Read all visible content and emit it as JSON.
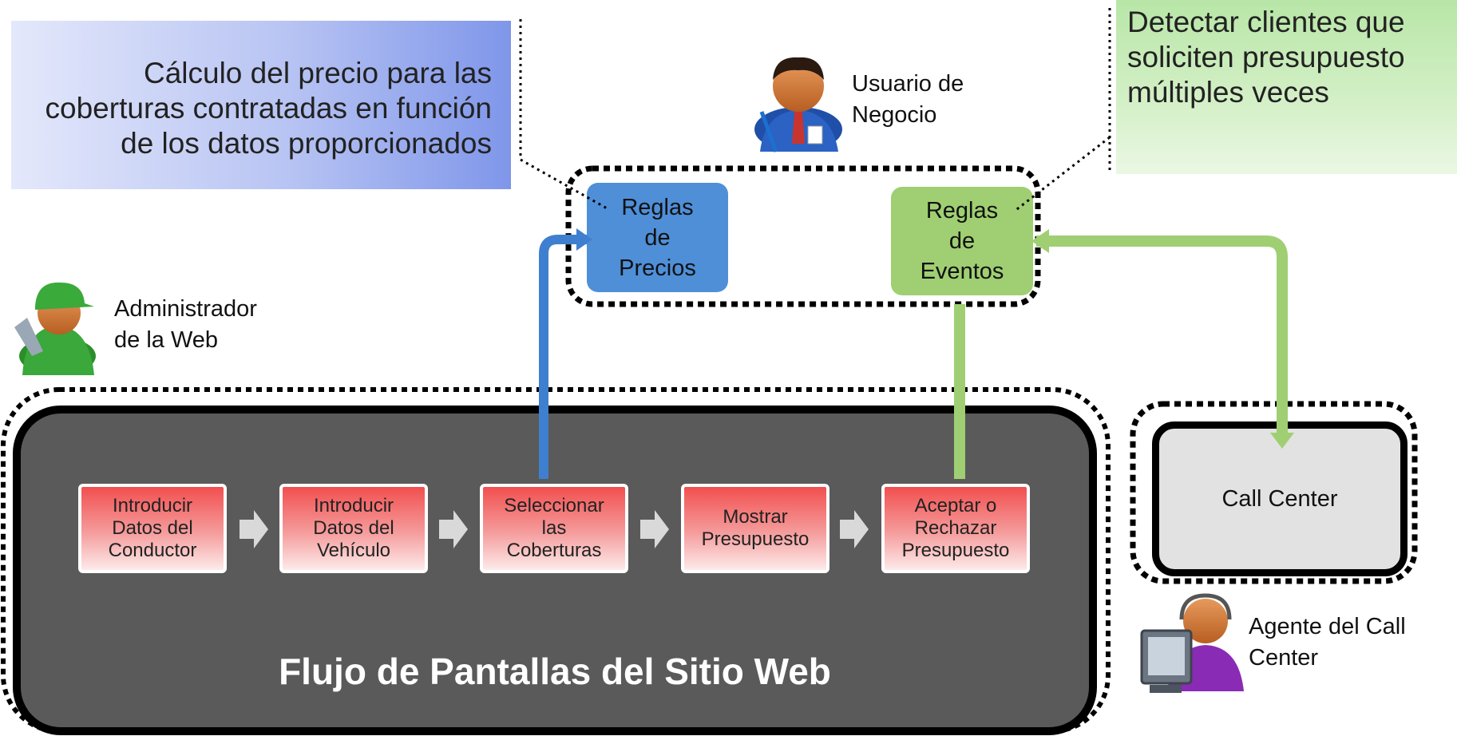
{
  "callouts": {
    "pricing": "Cálculo del precio para las coberturas contratadas en función de los datos proporcionados",
    "events": "Detectar clientes que soliciten presupuesto múltiples veces"
  },
  "actors": {
    "business_user": "Usuario de Negocio",
    "web_admin": "Administrador de la Web",
    "call_center_agent": "Agente del Call Center"
  },
  "rules": {
    "pricing_rules": "Reglas de Precios",
    "event_rules": "Reglas de Eventos"
  },
  "flow": {
    "title": "Flujo de Pantallas del Sitio Web",
    "steps": [
      "Introducir Datos del Conductor",
      "Introducir Datos del Vehículo",
      "Seleccionar las Coberturas",
      "Mostrar Presupuesto",
      "Aceptar o Rechazar Presupuesto"
    ]
  },
  "call_center": "Call Center",
  "colors": {
    "pricing_blue": "#4f8fd8",
    "events_green": "#9fcf72",
    "step_red": "#f24f4f",
    "flow_gray": "#5a5a5a"
  }
}
